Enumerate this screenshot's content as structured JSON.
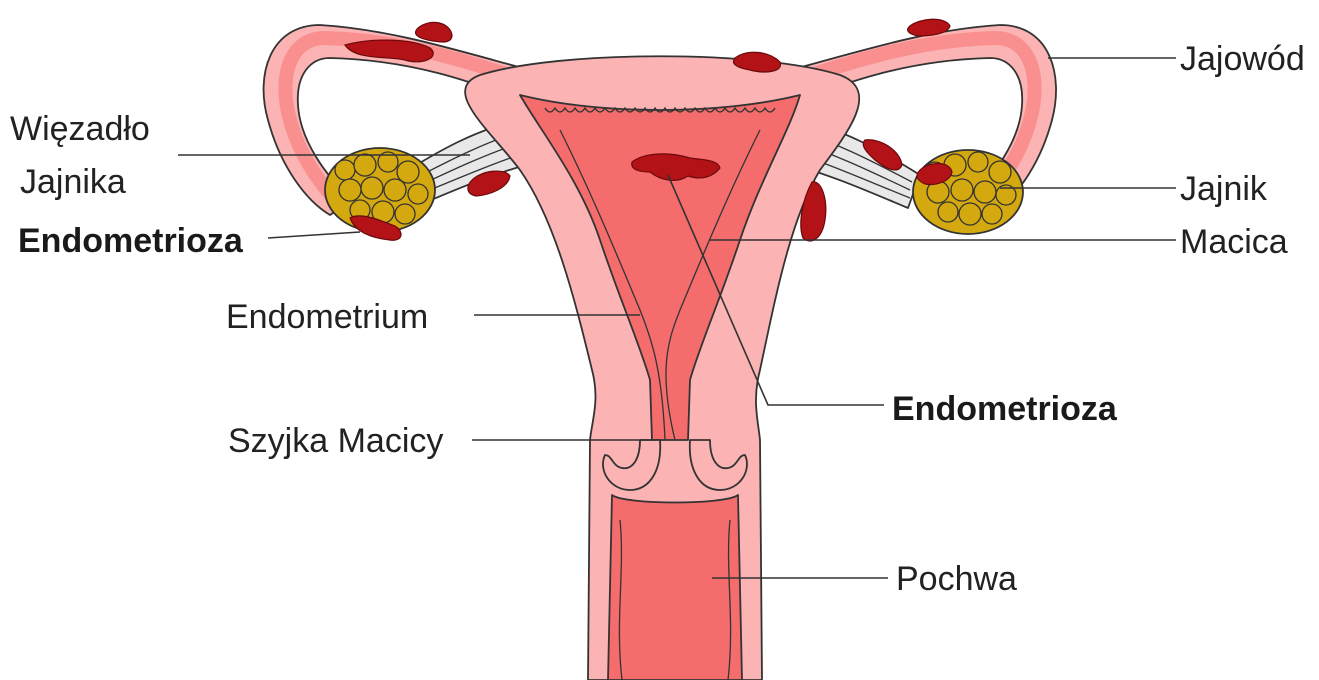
{
  "labels": {
    "wiezadlo_line1": "Więzadło",
    "wiezadlo_line2": "Jajnika",
    "endometrioza_left": "Endometrioza",
    "endometrium": "Endometrium",
    "szyjka": "Szyjka Macicy",
    "jajowod": "Jajowód",
    "jajnik": "Jajnik",
    "macica": "Macica",
    "endometrioza_right": "Endometrioza",
    "pochwa": "Pochwa"
  },
  "colors": {
    "outer_tissue": "#fbb3b3",
    "inner_tissue": "#f56c6c",
    "tube_lumen": "#f98f8f",
    "ovary_follicle": "#d4a80f",
    "lesion": "#b31217",
    "ligament": "#e8e8e8",
    "outline": "#333333",
    "text": "#222222"
  },
  "icons": {
    "diagram": "uterus-anatomy-illustration",
    "lesion": "endometriosis-lesion-shape"
  }
}
